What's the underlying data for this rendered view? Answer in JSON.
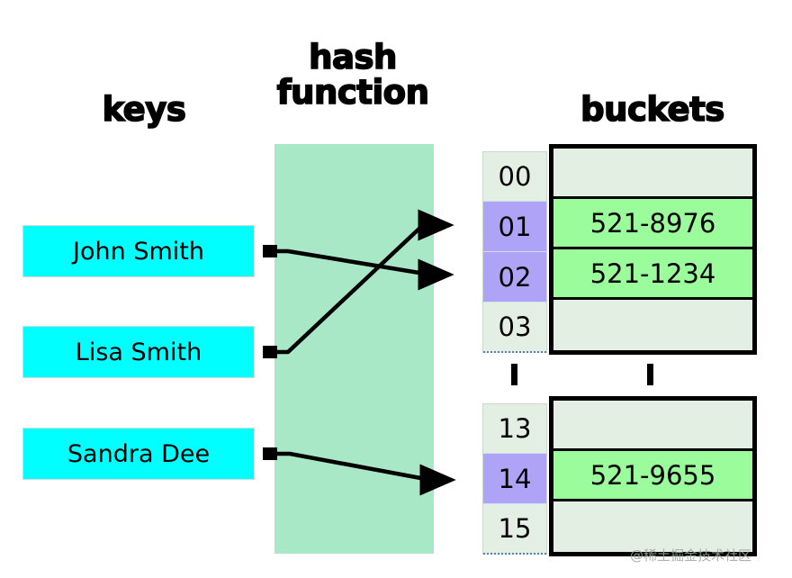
{
  "diagram": {
    "title": "hash table illustration",
    "headings": {
      "keys": "keys",
      "hash_function": "hash\nfunction",
      "buckets": "buckets"
    },
    "keys": [
      {
        "label": "John Smith",
        "maps_to_index": "02"
      },
      {
        "label": "Lisa Smith",
        "maps_to_index": "01"
      },
      {
        "label": "Sandra Dee",
        "maps_to_index": "14"
      }
    ],
    "buckets_top": [
      {
        "index": "00",
        "value": "",
        "highlighted": false
      },
      {
        "index": "01",
        "value": "521-8976",
        "highlighted": true
      },
      {
        "index": "02",
        "value": "521-1234",
        "highlighted": true
      },
      {
        "index": "03",
        "value": "",
        "highlighted": false
      }
    ],
    "buckets_bottom": [
      {
        "index": "13",
        "value": "",
        "highlighted": false
      },
      {
        "index": "14",
        "value": "521-9655",
        "highlighted": true
      },
      {
        "index": "15",
        "value": "",
        "highlighted": false
      }
    ],
    "gap_indicator": "‖",
    "watermark": "@稀土掘金技术社区",
    "colors": {
      "key_box": "#00ffff",
      "hash_panel": "#a9e8c6",
      "index_empty": "#e4efe4",
      "index_highlight": "#aea3f7",
      "value_filled": "#9bfc9b",
      "value_empty": "#e4efe4",
      "border": "#000000",
      "text": "#000000"
    }
  }
}
